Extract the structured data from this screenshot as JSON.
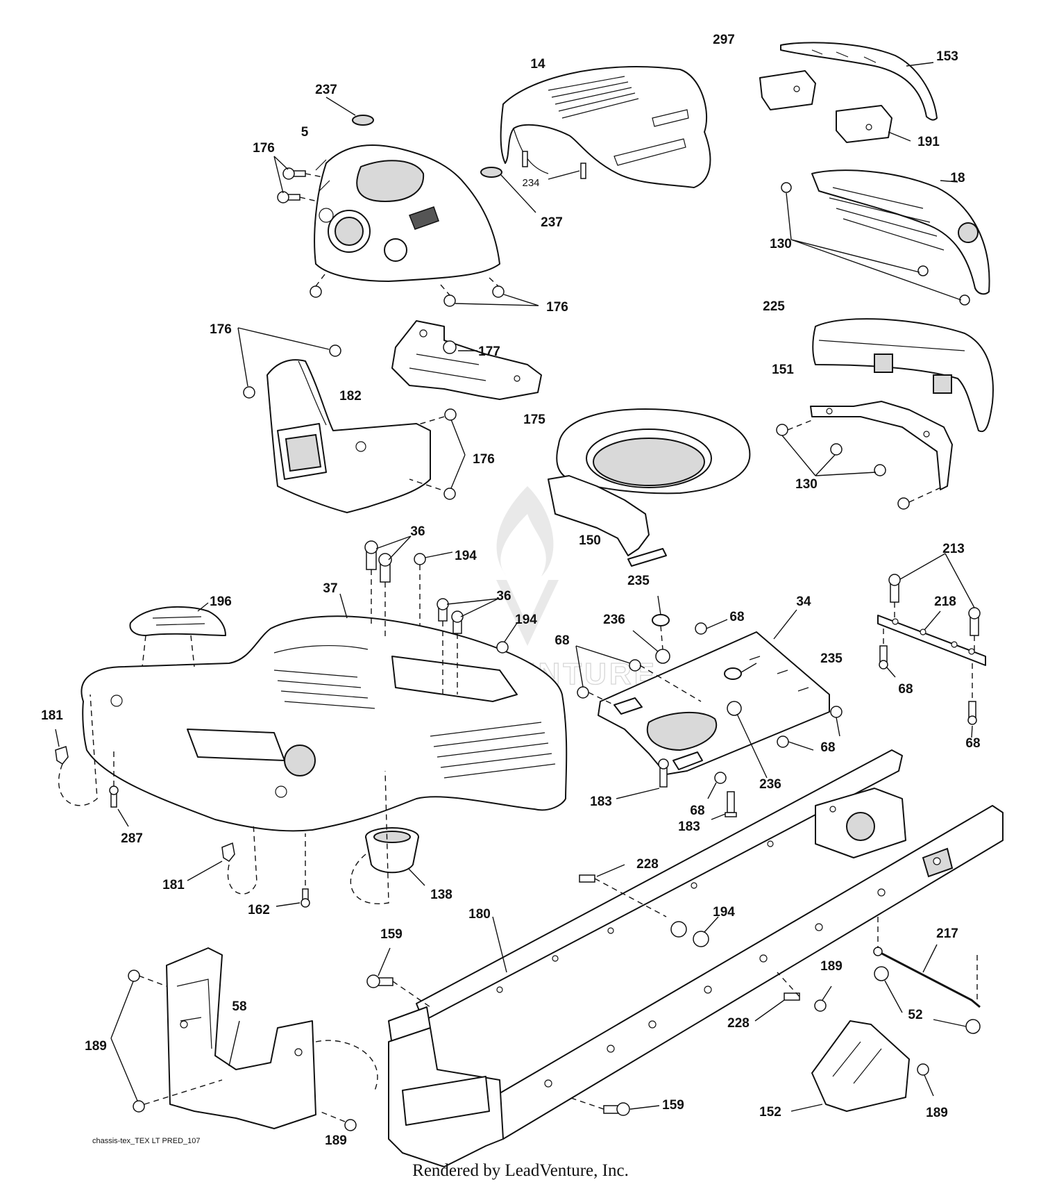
{
  "footer": {
    "rendered_by": "Rendered by LeadVenture, Inc."
  },
  "drawing_ref": "chassis-tex_TEX LT PRED_107",
  "watermark": {
    "text": "LEADVENTURE"
  },
  "callouts": [
    {
      "id": "c237a",
      "label": "237"
    },
    {
      "id": "c14",
      "label": "14"
    },
    {
      "id": "c297",
      "label": "297"
    },
    {
      "id": "c153",
      "label": "153"
    },
    {
      "id": "c176a",
      "label": "176"
    },
    {
      "id": "c5",
      "label": "5"
    },
    {
      "id": "c234",
      "label": "234"
    },
    {
      "id": "c237b",
      "label": "237"
    },
    {
      "id": "c191",
      "label": "191"
    },
    {
      "id": "c18",
      "label": "18"
    },
    {
      "id": "c130a",
      "label": "130"
    },
    {
      "id": "c176b",
      "label": "176"
    },
    {
      "id": "c176c",
      "label": "176"
    },
    {
      "id": "c177",
      "label": "177"
    },
    {
      "id": "c225",
      "label": "225"
    },
    {
      "id": "c182",
      "label": "182"
    },
    {
      "id": "c151",
      "label": "151"
    },
    {
      "id": "c175",
      "label": "175"
    },
    {
      "id": "c176d",
      "label": "176"
    },
    {
      "id": "c130b",
      "label": "130"
    },
    {
      "id": "c150",
      "label": "150"
    },
    {
      "id": "c36a",
      "label": "36"
    },
    {
      "id": "c194a",
      "label": "194"
    },
    {
      "id": "c213",
      "label": "213"
    },
    {
      "id": "c235a",
      "label": "235"
    },
    {
      "id": "c37",
      "label": "37"
    },
    {
      "id": "c36b",
      "label": "36"
    },
    {
      "id": "c34",
      "label": "34"
    },
    {
      "id": "c218",
      "label": "218"
    },
    {
      "id": "c196",
      "label": "196"
    },
    {
      "id": "c194b",
      "label": "194"
    },
    {
      "id": "c68a",
      "label": "68"
    },
    {
      "id": "c236a",
      "label": "236"
    },
    {
      "id": "c68b",
      "label": "68"
    },
    {
      "id": "c235b",
      "label": "235"
    },
    {
      "id": "c68c",
      "label": "68"
    },
    {
      "id": "c181a",
      "label": "181"
    },
    {
      "id": "c68d",
      "label": "68"
    },
    {
      "id": "c68e",
      "label": "68"
    },
    {
      "id": "c236b",
      "label": "236"
    },
    {
      "id": "c183a",
      "label": "183"
    },
    {
      "id": "c68f",
      "label": "68"
    },
    {
      "id": "c183b",
      "label": "183"
    },
    {
      "id": "c287",
      "label": "287"
    },
    {
      "id": "c181b",
      "label": "181"
    },
    {
      "id": "c228a",
      "label": "228"
    },
    {
      "id": "c138",
      "label": "138"
    },
    {
      "id": "c162",
      "label": "162"
    },
    {
      "id": "c194c",
      "label": "194"
    },
    {
      "id": "c180",
      "label": "180"
    },
    {
      "id": "c159a",
      "label": "159"
    },
    {
      "id": "c217",
      "label": "217"
    },
    {
      "id": "c189a",
      "label": "189"
    },
    {
      "id": "c58",
      "label": "58"
    },
    {
      "id": "c52",
      "label": "52"
    },
    {
      "id": "c189b",
      "label": "189"
    },
    {
      "id": "c228b",
      "label": "228"
    },
    {
      "id": "c152",
      "label": "152"
    },
    {
      "id": "c159b",
      "label": "159"
    },
    {
      "id": "c189c",
      "label": "189"
    },
    {
      "id": "c189d",
      "label": "189"
    }
  ]
}
